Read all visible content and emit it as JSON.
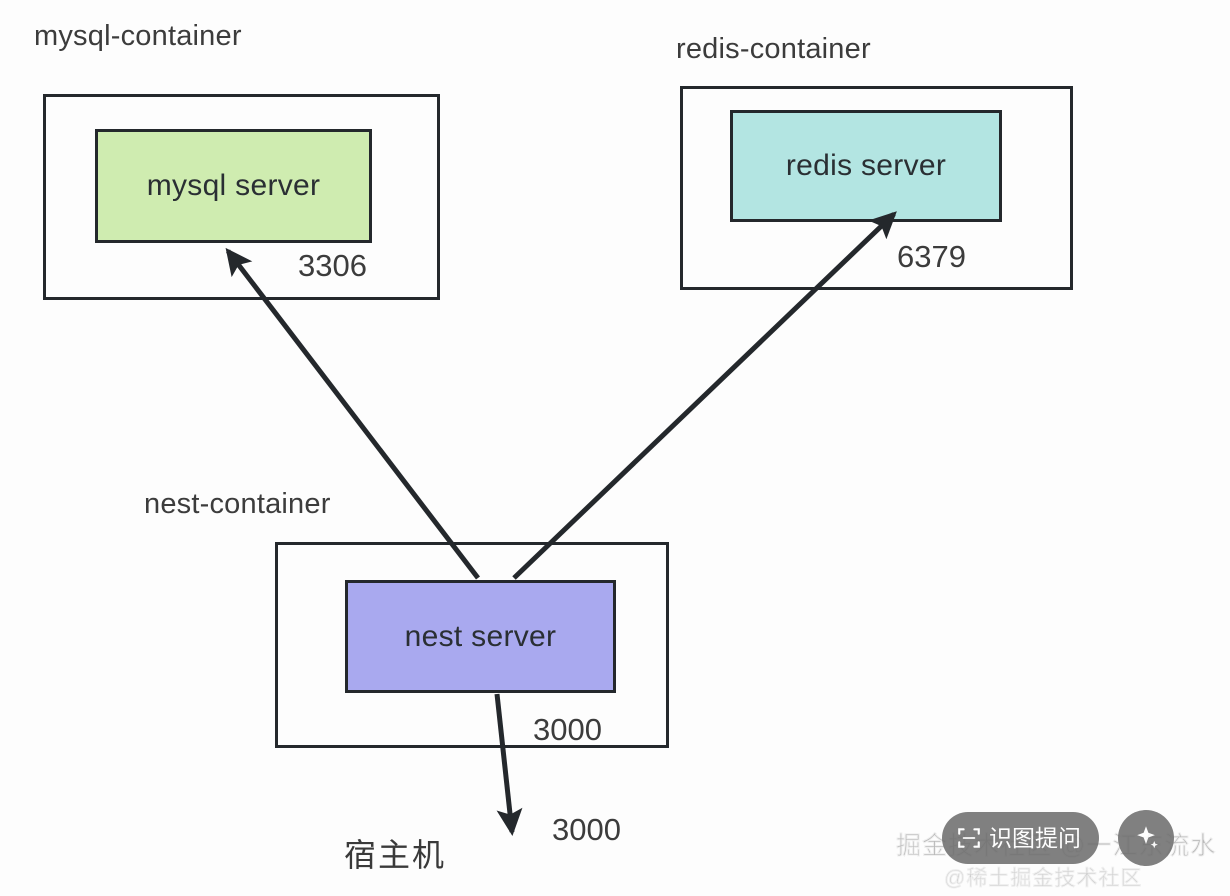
{
  "diagram": {
    "title_alt": "Docker container port mapping diagram",
    "containers": [
      {
        "id": "mysql",
        "caption": "mysql-container",
        "service_label": "mysql server",
        "port": "3306",
        "fill": "#cfecb0"
      },
      {
        "id": "redis",
        "caption": "redis-container",
        "service_label": "redis server",
        "port": "6379",
        "fill": "#b3e5e2"
      },
      {
        "id": "nest",
        "caption": "nest-container",
        "service_label": "nest server",
        "port": "3000",
        "fill": "#a9a9ef"
      }
    ],
    "host": {
      "label": "宿主机",
      "exposed_port": "3000"
    },
    "connections": [
      {
        "from": "nest server",
        "to": "mysql server",
        "port": "3306"
      },
      {
        "from": "nest server",
        "to": "redis server",
        "port": "6379"
      },
      {
        "from": "nest server",
        "to": "宿主机",
        "port": "3000"
      }
    ],
    "stroke_color": "#24282c",
    "background": "#fdfdfd"
  },
  "watermark": {
    "primary": "掘金技术社区 @一江东流水",
    "secondary": "@稀土掘金技术社区"
  },
  "floating_controls": {
    "ask_button_label": "识图提问",
    "ask_button_icon": "frame-scan-icon",
    "assistant_button_icon": "sparkle-icon"
  }
}
